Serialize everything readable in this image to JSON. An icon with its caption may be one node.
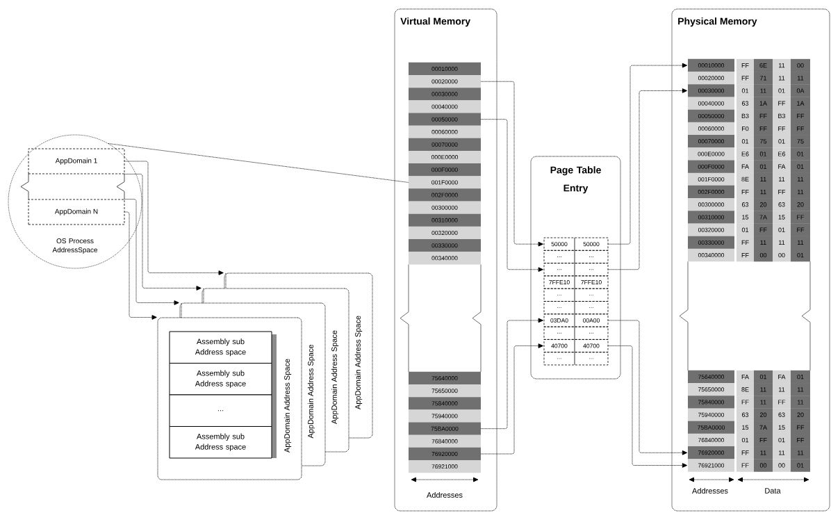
{
  "diagram": {
    "nodes": [
      {
        "text": [
          "OS Process AddressSpace"
        ]
      },
      {
        "text": [
          "AppDomain 1"
        ],
        "in": 0
      },
      {
        "text": [
          "AppDomain N"
        ],
        "in": 0
      },
      {
        "text": [
          "AppDomain Address Space"
        ]
      },
      {
        "text": [
          "AppDomain Address Space"
        ]
      },
      {
        "text": [
          "AppDomain Address Space"
        ]
      },
      {
        "text": [
          "AppDomain Address Space"
        ]
      },
      {
        "text": [
          "Assembly sub Address space"
        ],
        "in": 6
      },
      {
        "text": [
          "Assembly sub Address space"
        ],
        "in": 6
      },
      {
        "text": [
          "..."
        ],
        "in": 6
      },
      {
        "text": [
          "Assembly sub Address space"
        ],
        "in": 6
      },
      {
        "text": [
          "Virtual Memory"
        ]
      },
      {
        "text": [
          "00010000"
        ],
        "in": 11
      },
      {
        "text": [
          "00020000"
        ],
        "in": 11
      },
      {
        "text": [
          "00030000"
        ],
        "in": 11
      },
      {
        "text": [
          "00040000"
        ],
        "in": 11
      },
      {
        "text": [
          "00050000"
        ],
        "in": 11
      },
      {
        "text": [
          "00060000"
        ],
        "in": 11
      },
      {
        "text": [
          "00070000"
        ],
        "in": 11
      },
      {
        "text": [
          "000E0000"
        ],
        "in": 11
      },
      {
        "text": [
          "000F0000"
        ],
        "in": 11
      },
      {
        "text": [
          "001F0000"
        ],
        "in": 11
      },
      {
        "text": [
          "002F0000"
        ],
        "in": 11
      },
      {
        "text": [
          "00300000"
        ],
        "in": 11
      },
      {
        "text": [
          "00310000"
        ],
        "in": 11
      },
      {
        "text": [
          "00320000"
        ],
        "in": 11
      },
      {
        "text": [
          "00330000"
        ],
        "in": 11
      },
      {
        "text": [
          "00340000"
        ],
        "in": 11
      },
      {
        "text": [
          "75640000"
        ],
        "in": 11
      },
      {
        "text": [
          "75650000"
        ],
        "in": 11
      },
      {
        "text": [
          "75840000"
        ],
        "in": 11
      },
      {
        "text": [
          "75940000"
        ],
        "in": 11
      },
      {
        "text": [
          "75BA0000"
        ],
        "in": 11
      },
      {
        "text": [
          "76840000"
        ],
        "in": 11
      },
      {
        "text": [
          "76920000"
        ],
        "in": 11
      },
      {
        "text": [
          "76921000"
        ],
        "in": 11
      },
      {
        "text": [
          "Page Table Entry"
        ]
      },
      {
        "text": [
          "50000",
          "50000"
        ],
        "in": 36
      },
      {
        "text": [
          "...",
          "..."
        ],
        "in": 36
      },
      {
        "text": [
          "...",
          "..."
        ],
        "in": 36
      },
      {
        "text": [
          "7FFE10",
          "7FFE10"
        ],
        "in": 36
      },
      {
        "text": [
          "...",
          "..."
        ],
        "in": 36
      },
      {
        "text": [
          "...",
          "..."
        ],
        "in": 36
      },
      {
        "text": [
          "03DA0",
          "00A00"
        ],
        "in": 36
      },
      {
        "text": [
          "...",
          "..."
        ],
        "in": 36
      },
      {
        "text": [
          "40700",
          "40700"
        ],
        "in": 36
      },
      {
        "text": [
          "...",
          "..."
        ],
        "in": 36
      },
      {
        "text": [
          "Physical Memory"
        ]
      },
      {
        "text": [
          "00010000",
          "FF",
          "6E",
          "11",
          "00"
        ],
        "in": 47
      },
      {
        "text": [
          "00020000",
          "FF",
          "71",
          "11",
          "11"
        ],
        "in": 47
      },
      {
        "text": [
          "00030000",
          "01",
          "11",
          "01",
          "0A"
        ],
        "in": 47
      },
      {
        "text": [
          "00040000",
          "63",
          "1A",
          "FF",
          "1A"
        ],
        "in": 47
      },
      {
        "text": [
          "00050000",
          "B3",
          "FF",
          "B3",
          "FF"
        ],
        "in": 47
      },
      {
        "text": [
          "00060000",
          "F0",
          "FF",
          "FF",
          "FF"
        ],
        "in": 47
      },
      {
        "text": [
          "00070000",
          "01",
          "75",
          "01",
          "75"
        ],
        "in": 47
      },
      {
        "text": [
          "000E0000",
          "E6",
          "01",
          "E6",
          "01"
        ],
        "in": 47
      },
      {
        "text": [
          "000F0000",
          "FA",
          "01",
          "FA",
          "01"
        ],
        "in": 47
      },
      {
        "text": [
          "001F0000",
          "8E",
          "11",
          "11",
          "11"
        ],
        "in": 47
      },
      {
        "text": [
          "002F0000",
          "FF",
          "11",
          "FF",
          "11"
        ],
        "in": 47
      },
      {
        "text": [
          "00300000",
          "63",
          "20",
          "63",
          "20"
        ],
        "in": 47
      },
      {
        "text": [
          "00310000",
          "15",
          "7A",
          "15",
          "FF"
        ],
        "in": 47
      },
      {
        "text": [
          "00320000",
          "01",
          "FF",
          "01",
          "FF"
        ],
        "in": 47
      },
      {
        "text": [
          "00330000",
          "FF",
          "11",
          "11",
          "11"
        ],
        "in": 47
      },
      {
        "text": [
          "00340000",
          "FF",
          "00",
          "00",
          "01"
        ],
        "in": 47
      },
      {
        "text": [
          "75640000",
          "FA",
          "01",
          "FA",
          "01"
        ],
        "in": 47
      },
      {
        "text": [
          "75650000",
          "8E",
          "11",
          "11",
          "11"
        ],
        "in": 47
      },
      {
        "text": [
          "75840000",
          "FF",
          "11",
          "FF",
          "11"
        ],
        "in": 47
      },
      {
        "text": [
          "75940000",
          "63",
          "20",
          "63",
          "20"
        ],
        "in": 47
      },
      {
        "text": [
          "75BA0000",
          "15",
          "7A",
          "15",
          "FF"
        ],
        "in": 47
      },
      {
        "text": [
          "76840000",
          "01",
          "FF",
          "01",
          "FF"
        ],
        "in": 47
      },
      {
        "text": [
          "76920000",
          "FF",
          "11",
          "11",
          "11"
        ],
        "in": 47
      },
      {
        "text": [
          "76921000",
          "FF",
          "00",
          "00",
          "01"
        ],
        "in": 47
      }
    ],
    "edges": [
      {
        "from": 1,
        "to": 3,
        "arrow": "to"
      },
      {
        "from": 1,
        "to": 4,
        "arrow": "to"
      },
      {
        "from": 2,
        "to": 5,
        "arrow": "to"
      },
      {
        "from": 2,
        "to": 6,
        "arrow": "to"
      },
      {
        "from": 0,
        "to": 21,
        "arrow": "none"
      },
      {
        "from": 13,
        "to": 37,
        "arrow": "to"
      },
      {
        "from": 16,
        "to": 39,
        "arrow": "to"
      },
      {
        "from": 32,
        "to": 43,
        "arrow": "to"
      },
      {
        "from": 34,
        "to": 45,
        "arrow": "to"
      },
      {
        "from": 37,
        "to": 48,
        "arrow": "to"
      },
      {
        "from": 39,
        "to": 50,
        "arrow": "to"
      },
      {
        "from": 43,
        "to": 70,
        "arrow": "to"
      },
      {
        "from": 45,
        "to": 71,
        "arrow": "to"
      }
    ],
    "labels": [
      "Addresses",
      "Addresses",
      "Data"
    ]
  }
}
